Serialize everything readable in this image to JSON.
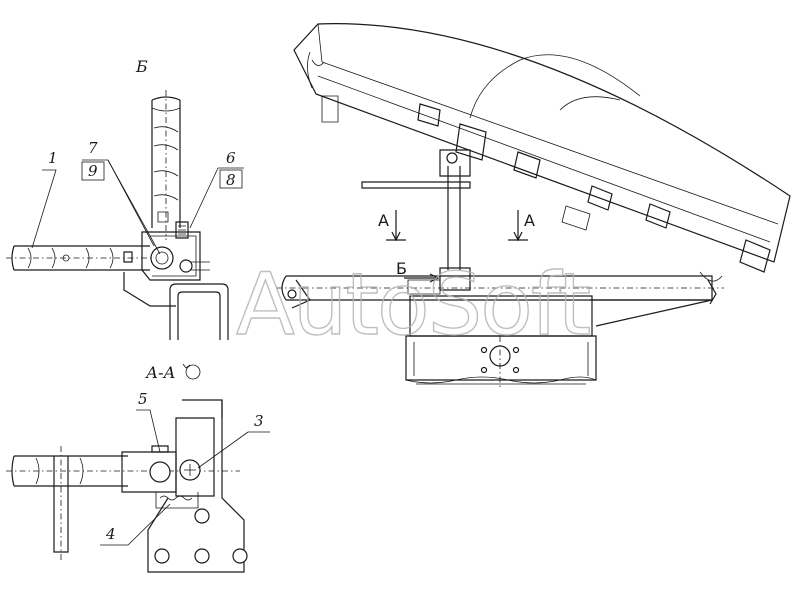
{
  "watermark": "AutoSoft",
  "views": {
    "detail_b": {
      "title": "Б"
    },
    "section_aa": {
      "title": "А-А"
    }
  },
  "callouts": [
    {
      "id": "c1",
      "text": "1"
    },
    {
      "id": "c7",
      "text": "7"
    },
    {
      "id": "c9",
      "text": "9"
    },
    {
      "id": "c6",
      "text": "6"
    },
    {
      "id": "c8",
      "text": "8"
    },
    {
      "id": "c5",
      "text": "5"
    },
    {
      "id": "c3",
      "text": "3"
    },
    {
      "id": "c4",
      "text": "4"
    }
  ],
  "section_marks": {
    "a_left": "А",
    "a_right": "А",
    "b_view": "Б"
  }
}
